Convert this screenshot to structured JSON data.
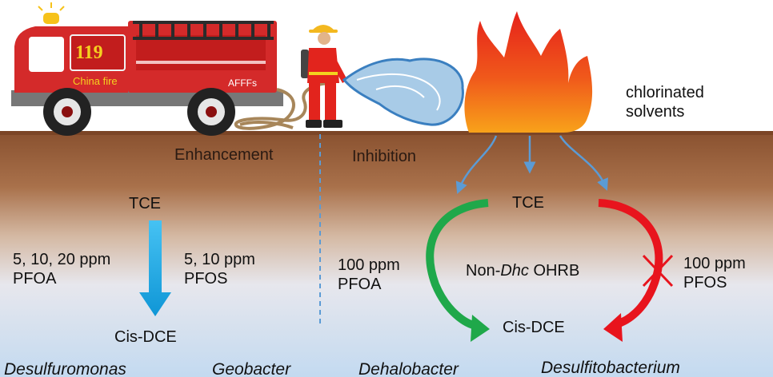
{
  "truck": {
    "number": "119",
    "brand": "China fire",
    "foam_label": "AFFFs"
  },
  "fire": {
    "label": "chlorinated\nsolvents"
  },
  "left_panel": {
    "heading": "Enhancement",
    "substrate": "TCE",
    "product": "Cis-DCE",
    "pfoa": "5, 10, 20 ppm\nPFOA",
    "pfos": "5, 10 ppm\nPFOS",
    "organisms": [
      "Desulfuromonas",
      "Geobacter"
    ]
  },
  "right_panel": {
    "heading": "Inhibition",
    "substrate": "TCE",
    "product": "Cis-DCE",
    "center_prefix": "Non-",
    "center_italic": "Dhc",
    "center_suffix": " OHRB",
    "pfoa": "100 ppm\nPFOA",
    "pfos": "100 ppm\nPFOS",
    "organisms": [
      "Dehalobacter",
      "Desulfitobacterium"
    ]
  },
  "colors": {
    "truck_red": "#d42a2a",
    "soil_brown": "#8a5230",
    "enhancement_arrow": "#1ea9e6",
    "pfoa_arrow": "#1fa84a",
    "pfos_arrow": "#e8141d",
    "branch_arrow": "#5b9bd5"
  },
  "icons": [
    "fire-truck-icon",
    "firefighter-icon",
    "fire-hose-icon",
    "foam-spray-icon",
    "flame-icon",
    "siren-icon",
    "cross-mark-icon"
  ]
}
